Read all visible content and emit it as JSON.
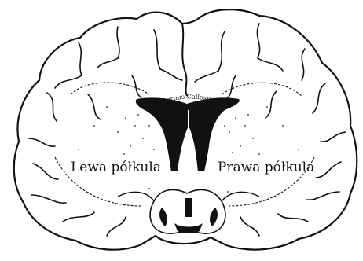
{
  "labels": {
    "corpus_callosum": "Corpus Callosum",
    "left_hemisphere": "Lewa półkula",
    "right_hemisphere": "Prawa półkula"
  },
  "colors": {
    "ink": "#111111",
    "paper": "#ffffff"
  }
}
